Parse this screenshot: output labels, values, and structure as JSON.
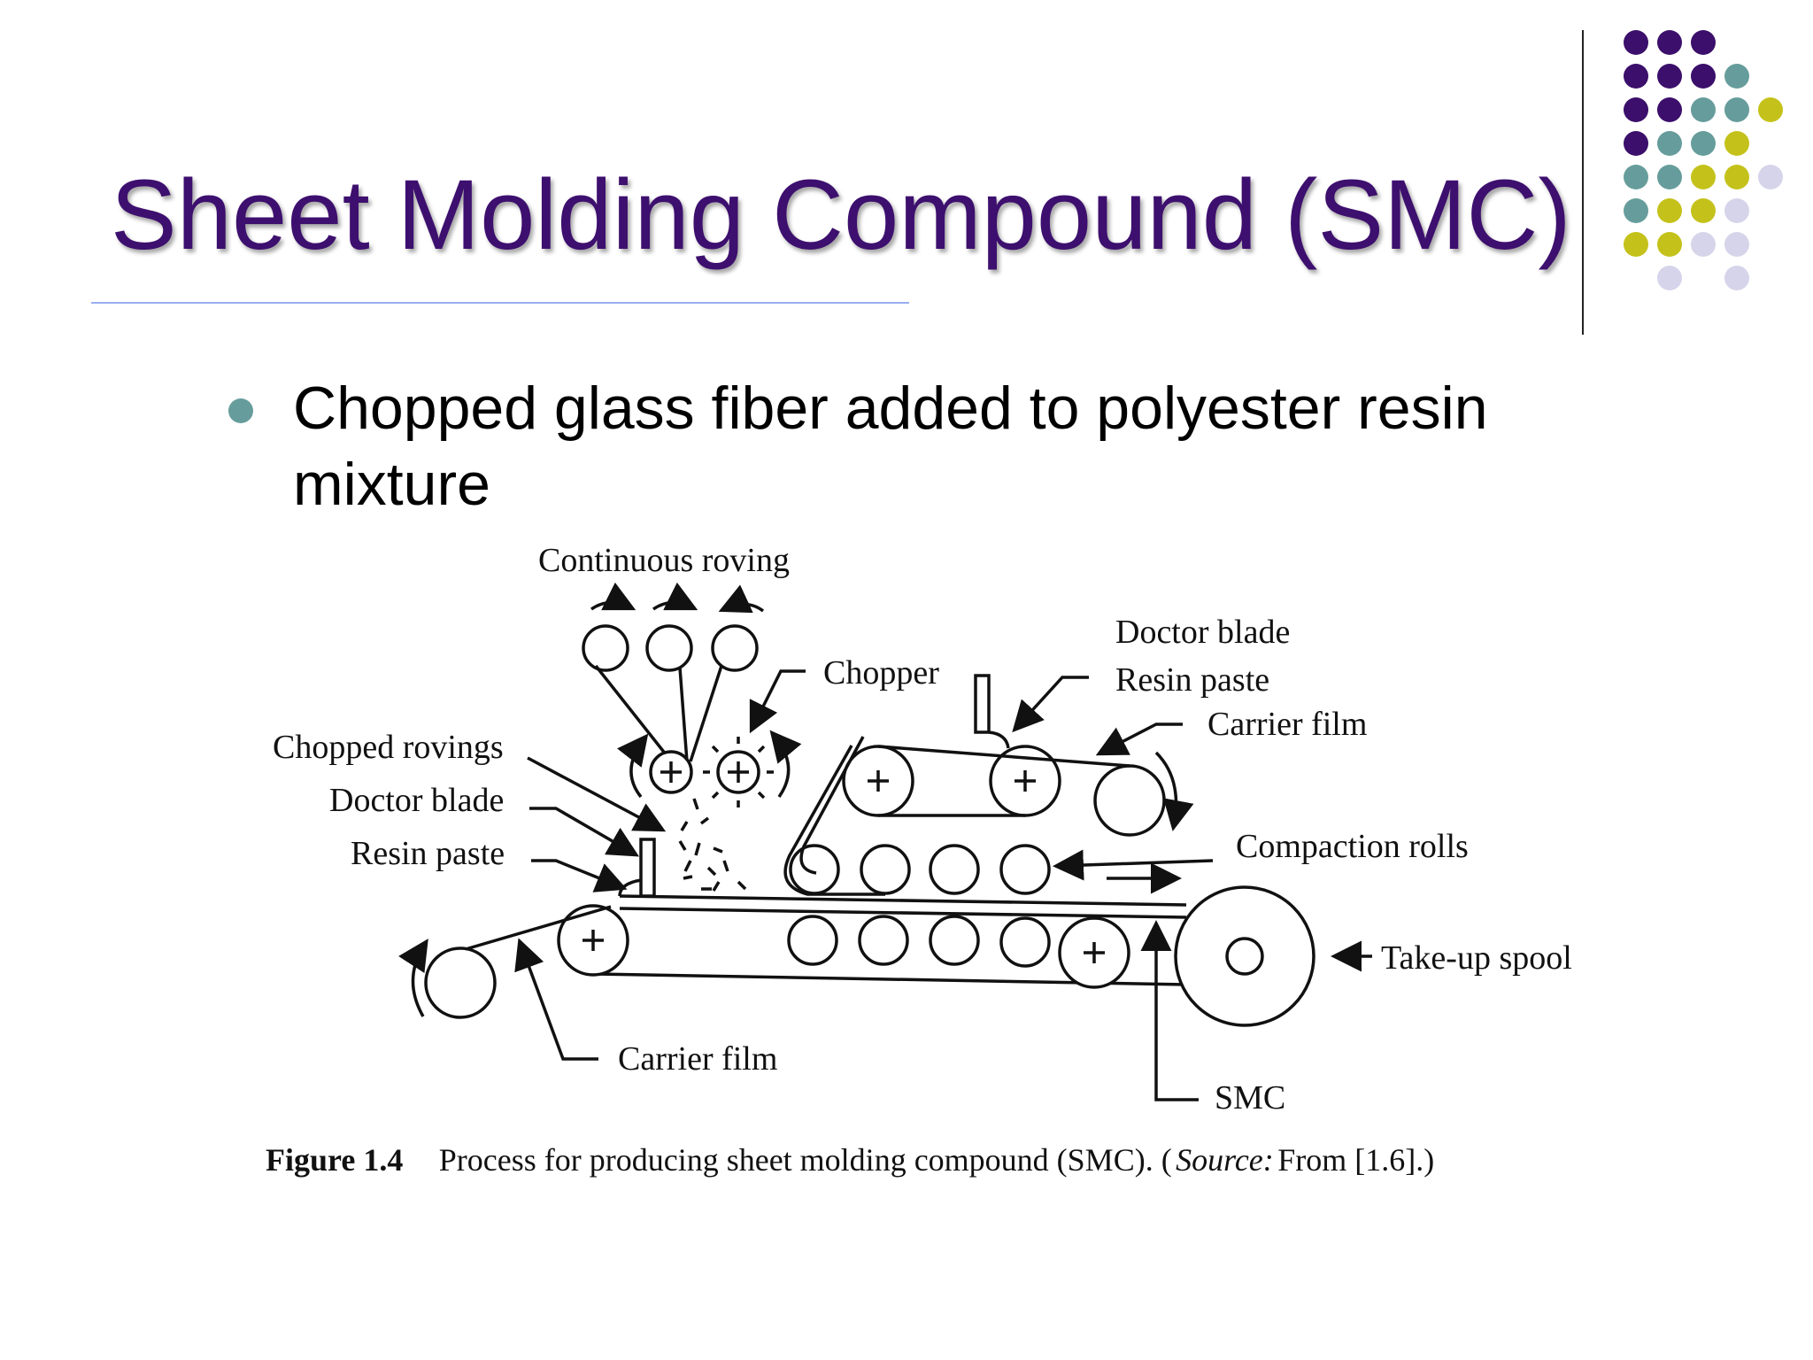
{
  "slide": {
    "title": "Sheet Molding Compound (SMC)",
    "bullet": "Chopped glass fiber added to polyester resin mixture",
    "colors": {
      "title": "#3d0f6e",
      "purple": "#3b0f6b",
      "teal": "#669d9c",
      "olive": "#c4c21a",
      "lavender": "#d6d4ea",
      "rule": "#9aaef0"
    }
  },
  "diagram": {
    "labels": {
      "continuous_roving": "Continuous roving",
      "chopper": "Chopper",
      "doctor_blade_top": "Doctor blade",
      "resin_paste_top": "Resin paste",
      "carrier_film_top": "Carrier  film",
      "chopped_rovings": "Chopped rovings",
      "doctor_blade_left": "Doctor blade",
      "resin_paste_left": "Resin paste",
      "compaction_rolls": "Compaction rolls",
      "take_up_spool": "Take-up spool",
      "carrier_film_bottom": "Carrier  film",
      "smc": "SMC"
    },
    "caption": {
      "figure": "Figure 1.4",
      "text": "Process for producing sheet molding compound (SMC). (",
      "source_italic": "Source:",
      "source_rest": " From [1.6].)"
    }
  }
}
